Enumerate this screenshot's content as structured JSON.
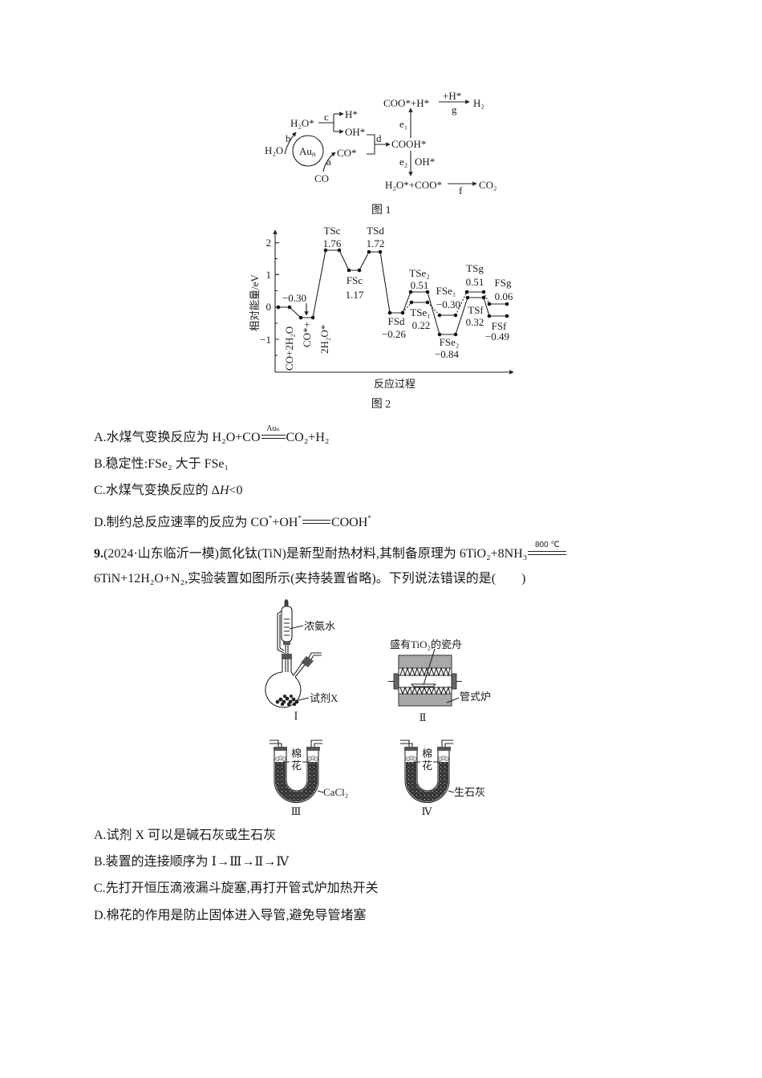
{
  "figure1": {
    "caption": "图 1",
    "catalyst": "Au",
    "catalyst_sub": "n",
    "h2o_in": "H₂O",
    "h2o_ads": "H₂O*",
    "step_a": "a",
    "step_b": "b",
    "step_c": "c",
    "step_d": "d",
    "h_ads": "H*",
    "oh_ads": "OH*",
    "co_in": "CO",
    "co_ads": "CO*",
    "cooh": "COOH*",
    "coo_h": "COO*+H*",
    "step_g_top": "+H*",
    "step_g": "g",
    "h2": "H₂",
    "step_e1": "e₁",
    "step_e2": "e₂",
    "e2_reagent": "OH*",
    "h2o_coo": "H₂O*+COO*",
    "step_f": "f",
    "co2": "CO₂"
  },
  "chart_data": {
    "type": "line",
    "title": "图 2",
    "xlabel": "反应过程",
    "ylabel": "相对能量/eV",
    "yticks": [
      "2",
      "1",
      "0",
      "−1"
    ],
    "ylim": [
      -2,
      2.3
    ],
    "grid": false,
    "legend": null,
    "levels": [
      {
        "name": "CO+2H₂O",
        "value": 0
      },
      {
        "name": "CO*+2H₂O*",
        "name_lines": [
          "CO*+",
          "2H₂O*"
        ],
        "value": -0.3,
        "label": "−0.30"
      },
      {
        "name": "TSc",
        "value": 1.76,
        "label": "1.76"
      },
      {
        "name": "FSc",
        "value": 1.17,
        "label": "1.17"
      },
      {
        "name": "TSd",
        "value": 1.72,
        "label": "1.72"
      },
      {
        "name": "FSd",
        "value": -0.26,
        "label": "−0.26"
      },
      {
        "name": "TSe₂",
        "value": 0.51,
        "label": "0.51"
      },
      {
        "name": "TSe₁",
        "value": 0.22,
        "label": "0.22"
      },
      {
        "name": "FSe₂",
        "value": -0.84,
        "label": "−0.84"
      },
      {
        "name": "FSe₁",
        "value": -0.3,
        "label": "−0.30"
      },
      {
        "name": "TSg",
        "value": 0.51,
        "label": "0.51"
      },
      {
        "name": "TSf",
        "value": 0.32,
        "label": "0.32"
      },
      {
        "name": "FSg",
        "value": 0.06,
        "label": "0.06"
      },
      {
        "name": "FSf",
        "value": -0.49,
        "label": "−0.49"
      }
    ],
    "paths": {
      "solid": [
        "CO+2H₂O",
        "CO*+2H₂O*",
        "TSc",
        "FSc",
        "TSd",
        "FSd",
        "TSe₂",
        "FSe₂",
        "TSf",
        "FSf"
      ],
      "dashed": [
        "FSd",
        "TSe₁",
        "FSe₁",
        "TSg",
        "FSg"
      ]
    }
  },
  "q8": {
    "options": [
      {
        "prefix": "A.水煤气变换反应为 H₂O+CO",
        "condition": "Auₙ",
        "suffix": "CO₂+H₂"
      },
      {
        "text": "B.稳定性:FSe₂ 大于 FSe₁"
      },
      {
        "prefix": "C.水煤气变换反应的 Δ",
        "italic": "H",
        "suffix": "<0"
      },
      {
        "prefix": "D.制约总反应速率的反应为 CO",
        "sup1": "*",
        "mid": "+OH",
        "sup2": "*",
        "suffix": "COOH",
        "sup3": "*"
      }
    ]
  },
  "q9": {
    "number": "9.",
    "stem_line1": "(2024·山东临沂一模)氮化钛(TiN)是新型耐热材料,其制备原理为 6TiO₂+8NH₃",
    "condition": "800 ℃",
    "stem_line2": "6TiN+12H₂O+N₂,实验装置如图所示(夹持装置省略)。下列说法错误的是(　　)",
    "options": [
      "A.试剂 X 可以是碱石灰或生石灰",
      "B.装置的连接顺序为 Ⅰ→Ⅲ→Ⅱ→Ⅳ",
      "C.先打开恒压滴液漏斗旋塞,再打开管式炉加热开关",
      "D.棉花的作用是防止固体进入导管,避免导管堵塞"
    ]
  },
  "apparatus": {
    "I": {
      "numeral": "Ⅰ",
      "liquid_label": "浓氨水",
      "solid_label": "试剂X"
    },
    "II": {
      "numeral": "Ⅱ",
      "boat_label": "盛有TiO₂的瓷舟",
      "furnace_label": "管式炉"
    },
    "III": {
      "numeral": "Ⅲ",
      "cotton_1": "棉",
      "cotton_2": "花",
      "reagent": "CaCl₂"
    },
    "IV": {
      "numeral": "Ⅳ",
      "cotton_1": "棉",
      "cotton_2": "花",
      "reagent": "生石灰"
    }
  }
}
